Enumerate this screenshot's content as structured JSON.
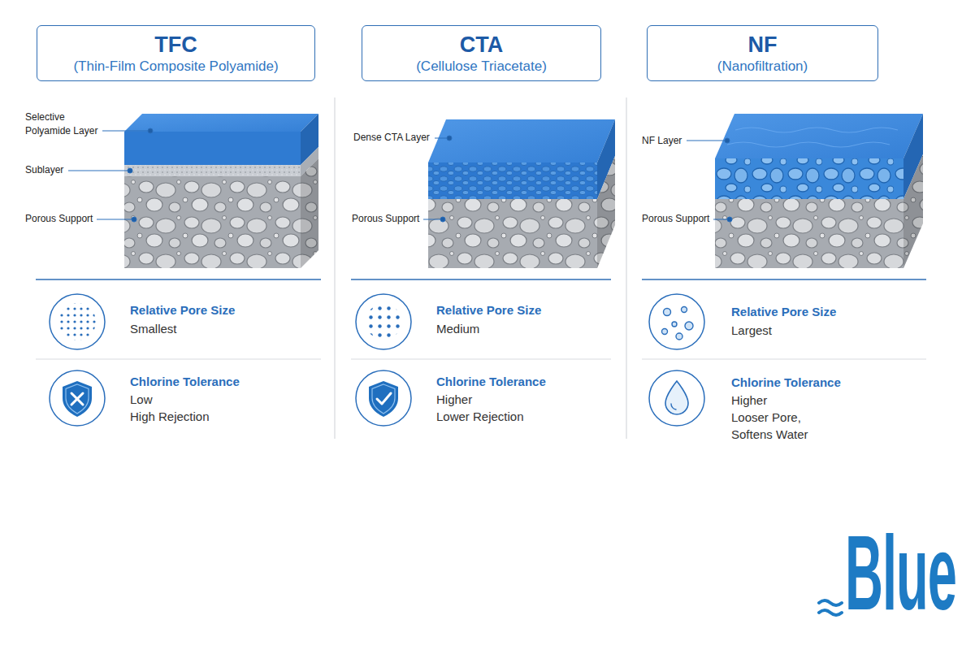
{
  "diagram": {
    "nodes": [
      {
        "text": [
          "TFC",
          "(Thin-Film Composite Polyamide)"
        ]
      },
      {
        "text": [
          "CTA",
          "(Cellulose Triacetate)"
        ]
      },
      {
        "text": [
          "NF",
          "(Nanofiltration)"
        ]
      }
    ],
    "labels": [
      "Selective Polyamide Layer",
      "Sublayer",
      "Porous Support",
      "Relative Pore Size",
      "Smallest",
      "Chlorine Tolerance",
      "Low",
      "High Rejection",
      "Dense CTA Layer",
      "Porous Support",
      "Relative Pore Size",
      "Medium",
      "Chlorine Tolerance",
      "Higher",
      "Lower Rejection",
      "NF Layer",
      "Porous Support",
      "Relative Pore Size",
      "Largest",
      "Chlorine Tolerance",
      "Higher",
      "Looser Pore,",
      "Softens Water",
      "Blue"
    ]
  }
}
